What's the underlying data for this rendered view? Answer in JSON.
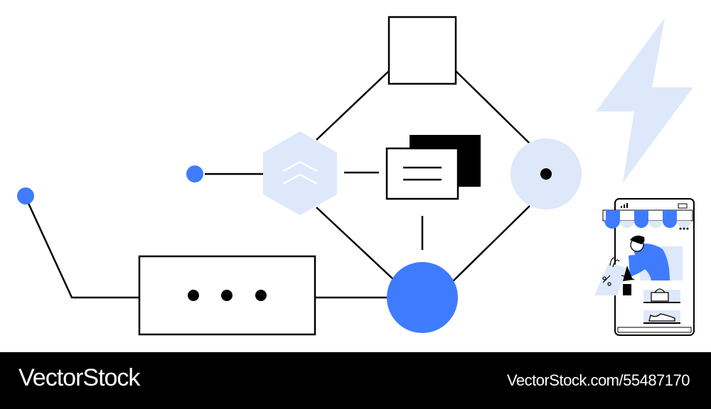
{
  "colors": {
    "accent_blue": "#3f7bff",
    "light_blue": "#dde8fb",
    "ink": "#000000",
    "background": "#ffffff"
  },
  "icons": {
    "hexagon": "chevrons-up-icon",
    "document": "document-stack-icon",
    "menu": "more-horizontal-icon",
    "bolt": "lightning-bolt-icon"
  },
  "illustration": {
    "subject": "online-store-phone-shopper"
  },
  "watermark": {
    "brand": "VectorStock",
    "image_id": "VectorStock.com/55487170"
  }
}
